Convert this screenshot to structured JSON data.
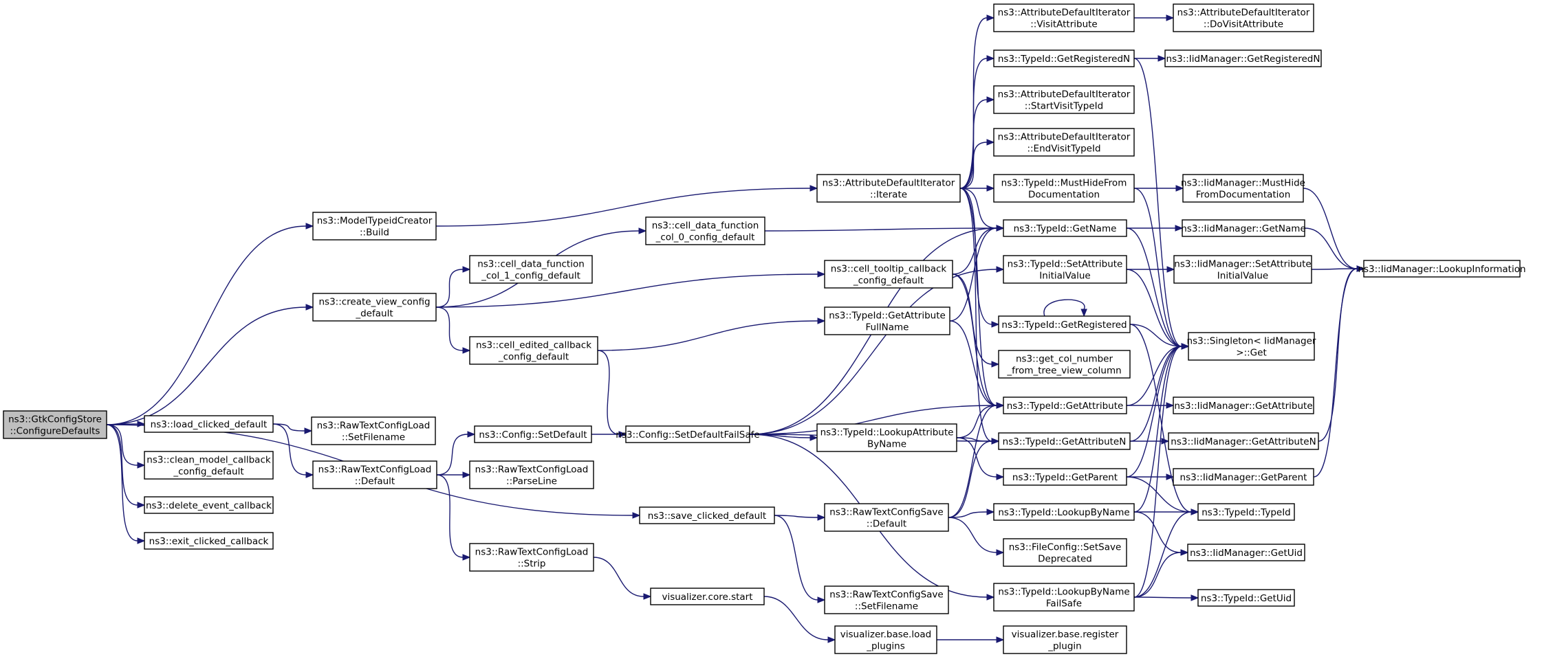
{
  "graph": {
    "edge_color": "#191970",
    "root_fill": "#bfbfbf",
    "nodes": [
      {
        "id": "root",
        "lines": [
          "ns3::GtkConfigStore",
          "::ConfigureDefaults"
        ],
        "root": true
      },
      {
        "id": "mtc_build",
        "lines": [
          "ns3::ModelTypeidCreator",
          "::Build"
        ]
      },
      {
        "id": "create_view",
        "lines": [
          "ns3::create_view_config",
          "_default"
        ]
      },
      {
        "id": "load_clicked",
        "lines": [
          "ns3::load_clicked_default"
        ]
      },
      {
        "id": "clean_model",
        "lines": [
          "ns3::clean_model_callback",
          "_config_default"
        ]
      },
      {
        "id": "delete_event",
        "lines": [
          "ns3::delete_event_callback"
        ]
      },
      {
        "id": "exit_clicked",
        "lines": [
          "ns3::exit_clicked_callback"
        ]
      },
      {
        "id": "cdf_col0",
        "lines": [
          "ns3::cell_data_function",
          "_col_0_config_default"
        ]
      },
      {
        "id": "cdf_col1",
        "lines": [
          "ns3::cell_data_function",
          "_col_1_config_default"
        ]
      },
      {
        "id": "cell_edited",
        "lines": [
          "ns3::cell_edited_callback",
          "_config_default"
        ]
      },
      {
        "id": "rtcl_setfilename",
        "lines": [
          "ns3::RawTextConfigLoad",
          "::SetFilename"
        ]
      },
      {
        "id": "rtcl_default",
        "lines": [
          "ns3::RawTextConfigLoad",
          "::Default"
        ]
      },
      {
        "id": "config_setdefault",
        "lines": [
          "ns3::Config::SetDefault"
        ]
      },
      {
        "id": "rtcl_parseline",
        "lines": [
          "ns3::RawTextConfigLoad",
          "::ParseLine"
        ]
      },
      {
        "id": "rtcl_strip",
        "lines": [
          "ns3::RawTextConfigLoad",
          "::Strip"
        ]
      },
      {
        "id": "save_clicked",
        "lines": [
          "ns3::save_clicked_default"
        ]
      },
      {
        "id": "vis_core_start",
        "lines": [
          "visualizer.core.start"
        ]
      },
      {
        "id": "config_sdfs",
        "lines": [
          "ns3::Config::SetDefaultFailSafe"
        ]
      },
      {
        "id": "adi_iterate",
        "lines": [
          "ns3::AttributeDefaultIterator",
          "::Iterate"
        ]
      },
      {
        "id": "tooltip_cb",
        "lines": [
          "ns3::cell_tooltip_callback",
          "_config_default"
        ]
      },
      {
        "id": "tid_getattrfullname",
        "lines": [
          "ns3::TypeId::GetAttribute",
          "FullName"
        ]
      },
      {
        "id": "tid_lookupattrbyname",
        "lines": [
          "ns3::TypeId::LookupAttribute",
          "ByName"
        ]
      },
      {
        "id": "rtcs_default",
        "lines": [
          "ns3::RawTextConfigSave",
          "::Default"
        ]
      },
      {
        "id": "rtcs_setfilename",
        "lines": [
          "ns3::RawTextConfigSave",
          "::SetFilename"
        ]
      },
      {
        "id": "vis_base_load",
        "lines": [
          "visualizer.base.load",
          "_plugins"
        ]
      },
      {
        "id": "adi_visitattr",
        "lines": [
          "ns3::AttributeDefaultIterator",
          "::VisitAttribute"
        ]
      },
      {
        "id": "tid_getregisteredn",
        "lines": [
          "ns3::TypeId::GetRegisteredN"
        ]
      },
      {
        "id": "adi_startvisit",
        "lines": [
          "ns3::AttributeDefaultIterator",
          "::StartVisitTypeId"
        ]
      },
      {
        "id": "adi_endvisit",
        "lines": [
          "ns3::AttributeDefaultIterator",
          "::EndVisitTypeId"
        ]
      },
      {
        "id": "tid_musthide",
        "lines": [
          "ns3::TypeId::MustHideFrom",
          "Documentation"
        ]
      },
      {
        "id": "tid_getname",
        "lines": [
          "ns3::TypeId::GetName"
        ]
      },
      {
        "id": "tid_setattrinit",
        "lines": [
          "ns3::TypeId::SetAttribute",
          "InitialValue"
        ]
      },
      {
        "id": "tid_getregistered",
        "lines": [
          "ns3::TypeId::GetRegistered"
        ]
      },
      {
        "id": "get_col_number",
        "lines": [
          "ns3::get_col_number",
          "_from_tree_view_column"
        ]
      },
      {
        "id": "tid_getattribute",
        "lines": [
          "ns3::TypeId::GetAttribute"
        ]
      },
      {
        "id": "tid_getattributen",
        "lines": [
          "ns3::TypeId::GetAttributeN"
        ]
      },
      {
        "id": "tid_getparent",
        "lines": [
          "ns3::TypeId::GetParent"
        ]
      },
      {
        "id": "tid_lookupbyname",
        "lines": [
          "ns3::TypeId::LookupByName"
        ]
      },
      {
        "id": "fileconfig_setsave",
        "lines": [
          "ns3::FileConfig::SetSave",
          "Deprecated"
        ]
      },
      {
        "id": "tid_lookupbynamefs",
        "lines": [
          "ns3::TypeId::LookupByName",
          "FailSafe"
        ]
      },
      {
        "id": "vis_base_register",
        "lines": [
          "visualizer.base.register",
          "_plugin"
        ]
      },
      {
        "id": "adi_dovisitattr",
        "lines": [
          "ns3::AttributeDefaultIterator",
          "::DoVisitAttribute"
        ]
      },
      {
        "id": "iid_getregisteredn",
        "lines": [
          "ns3::IidManager::GetRegisteredN"
        ]
      },
      {
        "id": "iid_musthide",
        "lines": [
          "ns3::IidManager::MustHide",
          "FromDocumentation"
        ]
      },
      {
        "id": "iid_getname",
        "lines": [
          "ns3::IidManager::GetName"
        ]
      },
      {
        "id": "iid_setattrinit",
        "lines": [
          "ns3::IidManager::SetAttribute",
          "InitialValue"
        ]
      },
      {
        "id": "singleton_get",
        "lines": [
          "ns3::Singleton< IidManager",
          " >::Get"
        ]
      },
      {
        "id": "iid_getattribute",
        "lines": [
          "ns3::IidManager::GetAttribute"
        ]
      },
      {
        "id": "iid_getattributen",
        "lines": [
          "ns3::IidManager::GetAttributeN"
        ]
      },
      {
        "id": "iid_getparent",
        "lines": [
          "ns3::IidManager::GetParent"
        ]
      },
      {
        "id": "tid_typeid",
        "lines": [
          "ns3::TypeId::TypeId"
        ]
      },
      {
        "id": "iid_getuid",
        "lines": [
          "ns3::IidManager::GetUid"
        ]
      },
      {
        "id": "tid_getuid",
        "lines": [
          "ns3::TypeId::GetUid"
        ]
      },
      {
        "id": "iid_lookupinfo",
        "lines": [
          "ns3::IidManager::LookupInformation"
        ]
      }
    ]
  }
}
